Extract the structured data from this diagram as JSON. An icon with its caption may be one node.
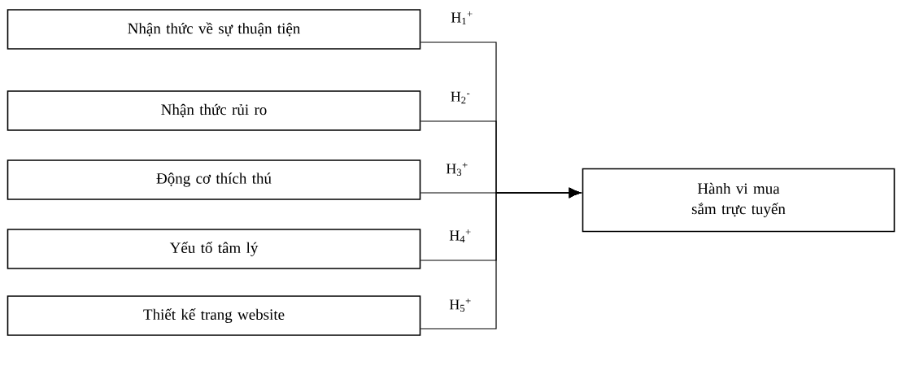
{
  "diagram": {
    "nodes": [
      {
        "text": [
          "Nhận thức về sự thuận tiện"
        ]
      },
      {
        "text": [
          "Nhận thức rủi ro"
        ]
      },
      {
        "text": [
          "Động cơ thích thú"
        ]
      },
      {
        "text": [
          "Yếu tố tâm lý"
        ]
      },
      {
        "text": [
          "Thiết kế trang website"
        ]
      },
      {
        "text": [
          "Hành vi mua sắm trực tuyến"
        ]
      }
    ],
    "edges": [
      {
        "from": 0,
        "to": 5,
        "arrow": "to",
        "label": "H$_{1}$$^{+}$"
      },
      {
        "from": 1,
        "to": 5,
        "arrow": "to",
        "label": "H$_{2}$$^{-}$"
      },
      {
        "from": 2,
        "to": 5,
        "arrow": "to",
        "label": "H$_{3}$$^{+}$"
      },
      {
        "from": 3,
        "to": 5,
        "arrow": "to",
        "label": "H$_{4}$$^{+}$"
      },
      {
        "from": 4,
        "to": 5,
        "arrow": "to",
        "label": "H$_{5}$$^{+}$"
      }
    ]
  }
}
